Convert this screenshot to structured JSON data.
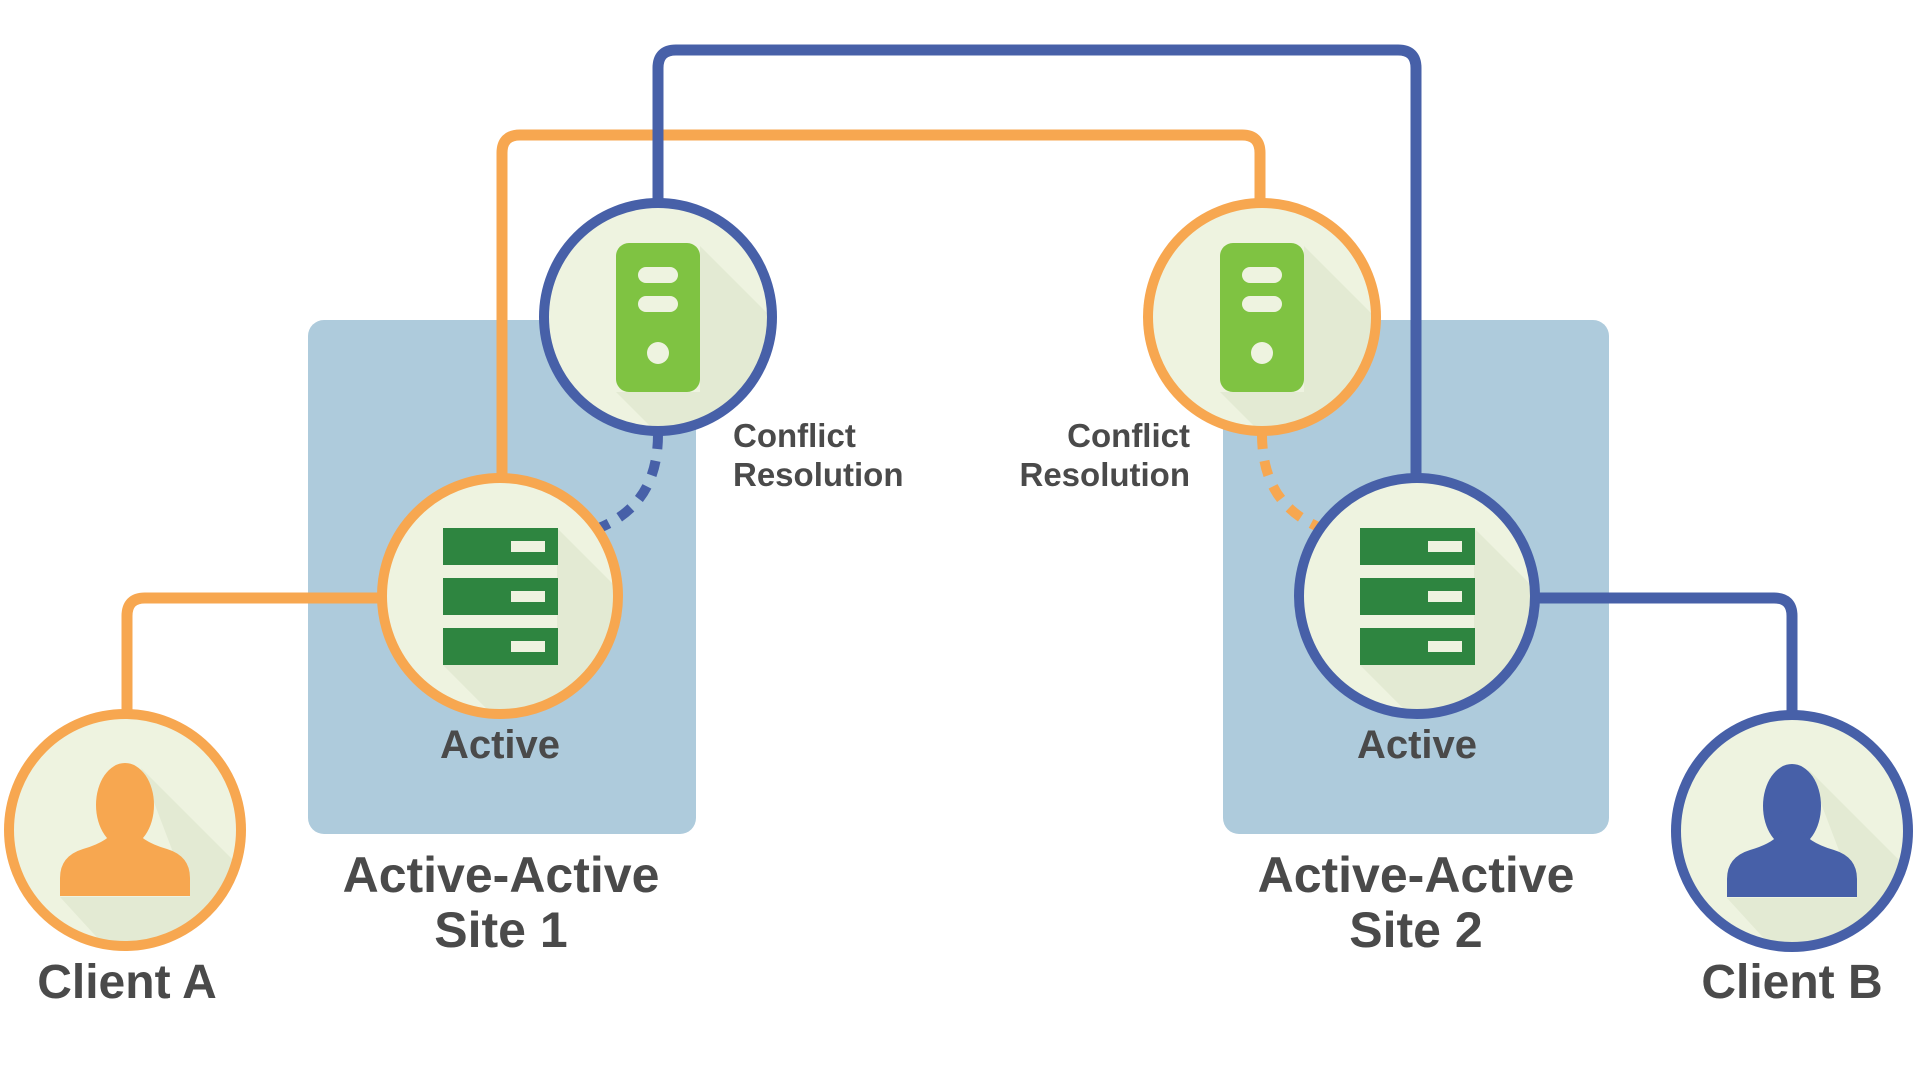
{
  "diagram_name": "active-active-replication-diagram",
  "colors": {
    "background": "#FFFFFF",
    "orange": "#F7A750",
    "blue": "#4760A8",
    "lime": "#7FC342",
    "green": "#2E8540",
    "site_fill": "#AECBDC",
    "node_fill": "#EEF3E0",
    "node_shadow": "#E3EAD3",
    "label": "#4A4A4A"
  },
  "icons": {
    "conflict_node": "tower-server-icon",
    "active_node": "database-stack-icon",
    "client_node": "person-icon"
  },
  "sites": [
    {
      "label_line1": "Active-Active",
      "label_line2": "Site 1",
      "active_label": "Active",
      "conflict_line1": "Conflict",
      "conflict_line2": "Resolution"
    },
    {
      "label_line1": "Active-Active",
      "label_line2": "Site 2",
      "active_label": "Active",
      "conflict_line1": "Conflict",
      "conflict_line2": "Resolution"
    }
  ],
  "clients": [
    {
      "label": "Client A"
    },
    {
      "label": "Client B"
    }
  ]
}
